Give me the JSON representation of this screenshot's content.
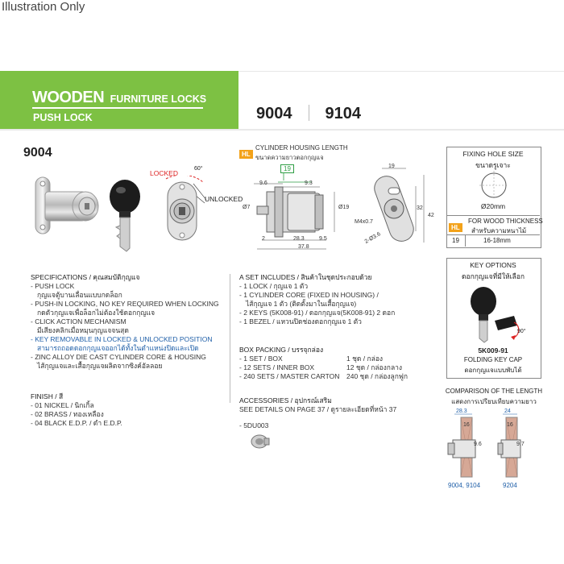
{
  "illustration_label": "Illustration Only",
  "header": {
    "title_big": "WOODEN",
    "title_small": "FURNITURE LOCKS",
    "subtitle": "PUSH LOCK",
    "models": [
      "9004",
      "9104"
    ]
  },
  "product": {
    "model": "9004",
    "locked_label": "LOCKED",
    "unlocked_label": "UNLOCKED",
    "angle_label": "60°"
  },
  "dims": {
    "hl_tag": "HL",
    "hl_title": "CYLINDER HOUSING LENGTH",
    "hl_title_th": "ขนาดความยาวตอกกุญแจ",
    "hl_value": "19",
    "d_9_6": "9.6",
    "d_9_3": "9.3",
    "d_7": "Ø7",
    "d_19": "Ø19",
    "d_2": "2",
    "d_28_3": "28.3",
    "d_9_5": "9.5",
    "d_37_8": "37.8",
    "front_19": "19",
    "front_42": "42",
    "front_32": "32",
    "front_m4": "M4x0.7",
    "front_phi": "2-Ø3.6"
  },
  "fixing_hole": {
    "title": "FIXING HOLE SIZE",
    "title_th": "ขนาดรูเจาะ",
    "size": "Ø20mm",
    "hl_tag": "HL",
    "wood_title": "FOR WOOD THICKNESS",
    "wood_title_th": "สำหรับความหนาไม้",
    "hl_value": "19",
    "thickness": "16-18mm"
  },
  "specs": {
    "heading": "SPECIFICATIONS / คุณสมบัติกุญแจ",
    "items": [
      {
        "text": "- PUSH LOCK",
        "style": "normal"
      },
      {
        "text": "  กุญแจตู้บานเลื่อนแบบกดล็อก",
        "style": "normal"
      },
      {
        "text": "- PUSH-IN LOCKING, NO KEY REQUIRED WHEN LOCKING",
        "style": "normal"
      },
      {
        "text": "  กดตัวกุญแจเพื่อล็อกไม่ต้องใช้ดอกกุญแจ",
        "style": "normal"
      },
      {
        "text": "- CLICK ACTION MECHANISM",
        "style": "normal"
      },
      {
        "text": "  มีเสียงคลิกเมื่อหมุนกุญแจจนสุด",
        "style": "normal"
      },
      {
        "text": "- KEY REMOVABLE IN LOCKED & UNLOCKED POSITION",
        "style": "blue"
      },
      {
        "text": "  สามารถถอดดอกกุญแจออกได้ทั้งในตำแหน่งปิดและเปิด",
        "style": "blue"
      },
      {
        "text": "- ZINC ALLOY DIE CAST CYLINDER CORE & HOUSING",
        "style": "normal"
      },
      {
        "text": "  ไส้กุญแจและเสื้อกุญแจผลิตจากซิงค์อัลลอย",
        "style": "normal"
      }
    ]
  },
  "finish": {
    "heading": "FINISH / สี",
    "items": [
      "- 01 NICKEL / นิกเกิ้ล",
      "- 02 BRASS / ทองเหลือง",
      "- 04 BLACK E.D.P. / ดำ E.D.P."
    ]
  },
  "set_includes": {
    "heading": "A SET INCLUDES / สินค้าในชุดประกอบด้วย",
    "items": [
      "- 1 LOCK / กุญแจ 1 ตัว",
      "- 1 CYLINDER CORE (FIXED IN HOUSING) /",
      "  ไส้กุญแจ 1 ตัว (ติดตั้งมาในเสื้อกุญแจ)",
      "- 2 KEYS (5K008-91) / ดอกกุญแจ(5K008-91) 2 ดอก",
      "- 1 BEZEL / แหวนปิดช่องดอกกุญแจ 1 ตัว"
    ]
  },
  "box_packing": {
    "heading": "BOX PACKING / บรรจุกล่อง",
    "rows": [
      {
        "left": "- 1 SET / BOX",
        "right": "1  ชุด / กล่อง"
      },
      {
        "left": "- 12 SETS / INNER BOX",
        "right": "12  ชุด / กล่องกลาง"
      },
      {
        "left": "- 240 SETS / MASTER CARTON",
        "right": "240  ชุด / กล่องลูกฟูก"
      }
    ]
  },
  "accessories": {
    "heading": "ACCESSORIES / อุปกรณ์เสริม",
    "note": "SEE DETAILS ON PAGE 37 / ดูรายละเอียดที่หน้า 37",
    "item": "- 5DU003"
  },
  "key_options": {
    "title": "KEY OPTIONS",
    "title_th": "ดอกกุญแจที่มีให้เลือก",
    "angle": "90°",
    "code": "5K009-91",
    "desc": "FOLDING KEY CAP",
    "desc_th": "ดอกกุญแจแบบพับได้"
  },
  "comparison": {
    "title": "COMPARISON OF THE LENGTH",
    "title_th": "แสดงการเปรียบเทียบความยาว",
    "left": {
      "top": "28.3",
      "inner": "16",
      "side": "9.6",
      "label": "9004, 9104"
    },
    "right": {
      "top": "24",
      "inner": "16",
      "side": "9.7",
      "label": "9204"
    }
  },
  "colors": {
    "green": "#7dc143",
    "orange": "#f3a21a",
    "blue": "#1f5fa8",
    "red": "#dd2222"
  }
}
